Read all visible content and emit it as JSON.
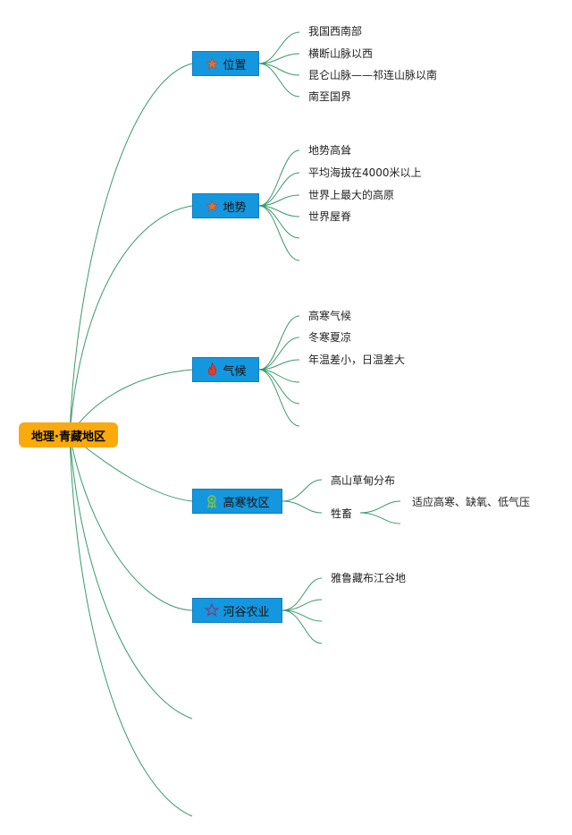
{
  "root": {
    "label": "地理·青藏地区"
  },
  "branches": [
    {
      "label": "位置",
      "icon": "star-icon",
      "items": [
        "我国西南部",
        "横断山脉以西",
        "昆仑山脉——祁连山脉以南",
        "南至国界"
      ]
    },
    {
      "label": "地势",
      "icon": "star-icon",
      "items": [
        "地势高耸",
        "平均海拔在4000米以上",
        "世界上最大的高原",
        "世界屋脊",
        "",
        ""
      ]
    },
    {
      "label": "气候",
      "icon": "fire-icon",
      "items": [
        "高寒气候",
        "冬寒夏凉",
        "年温差小，日温差大",
        "",
        "",
        ""
      ]
    },
    {
      "label": "高寒牧区",
      "icon": "award-ribbon-icon",
      "items": [
        "高山草甸分布",
        "牲畜"
      ],
      "sub_items": [
        "适应高寒、缺氧、低气压"
      ]
    },
    {
      "label": "河谷农业",
      "icon": "star-outline-icon",
      "items": [
        "雅鲁藏布江谷地",
        "",
        "",
        ""
      ]
    }
  ],
  "colors": {
    "root_fill": "#f9aa0c",
    "node_fill": "#1497de",
    "line": "#2e8b57"
  }
}
